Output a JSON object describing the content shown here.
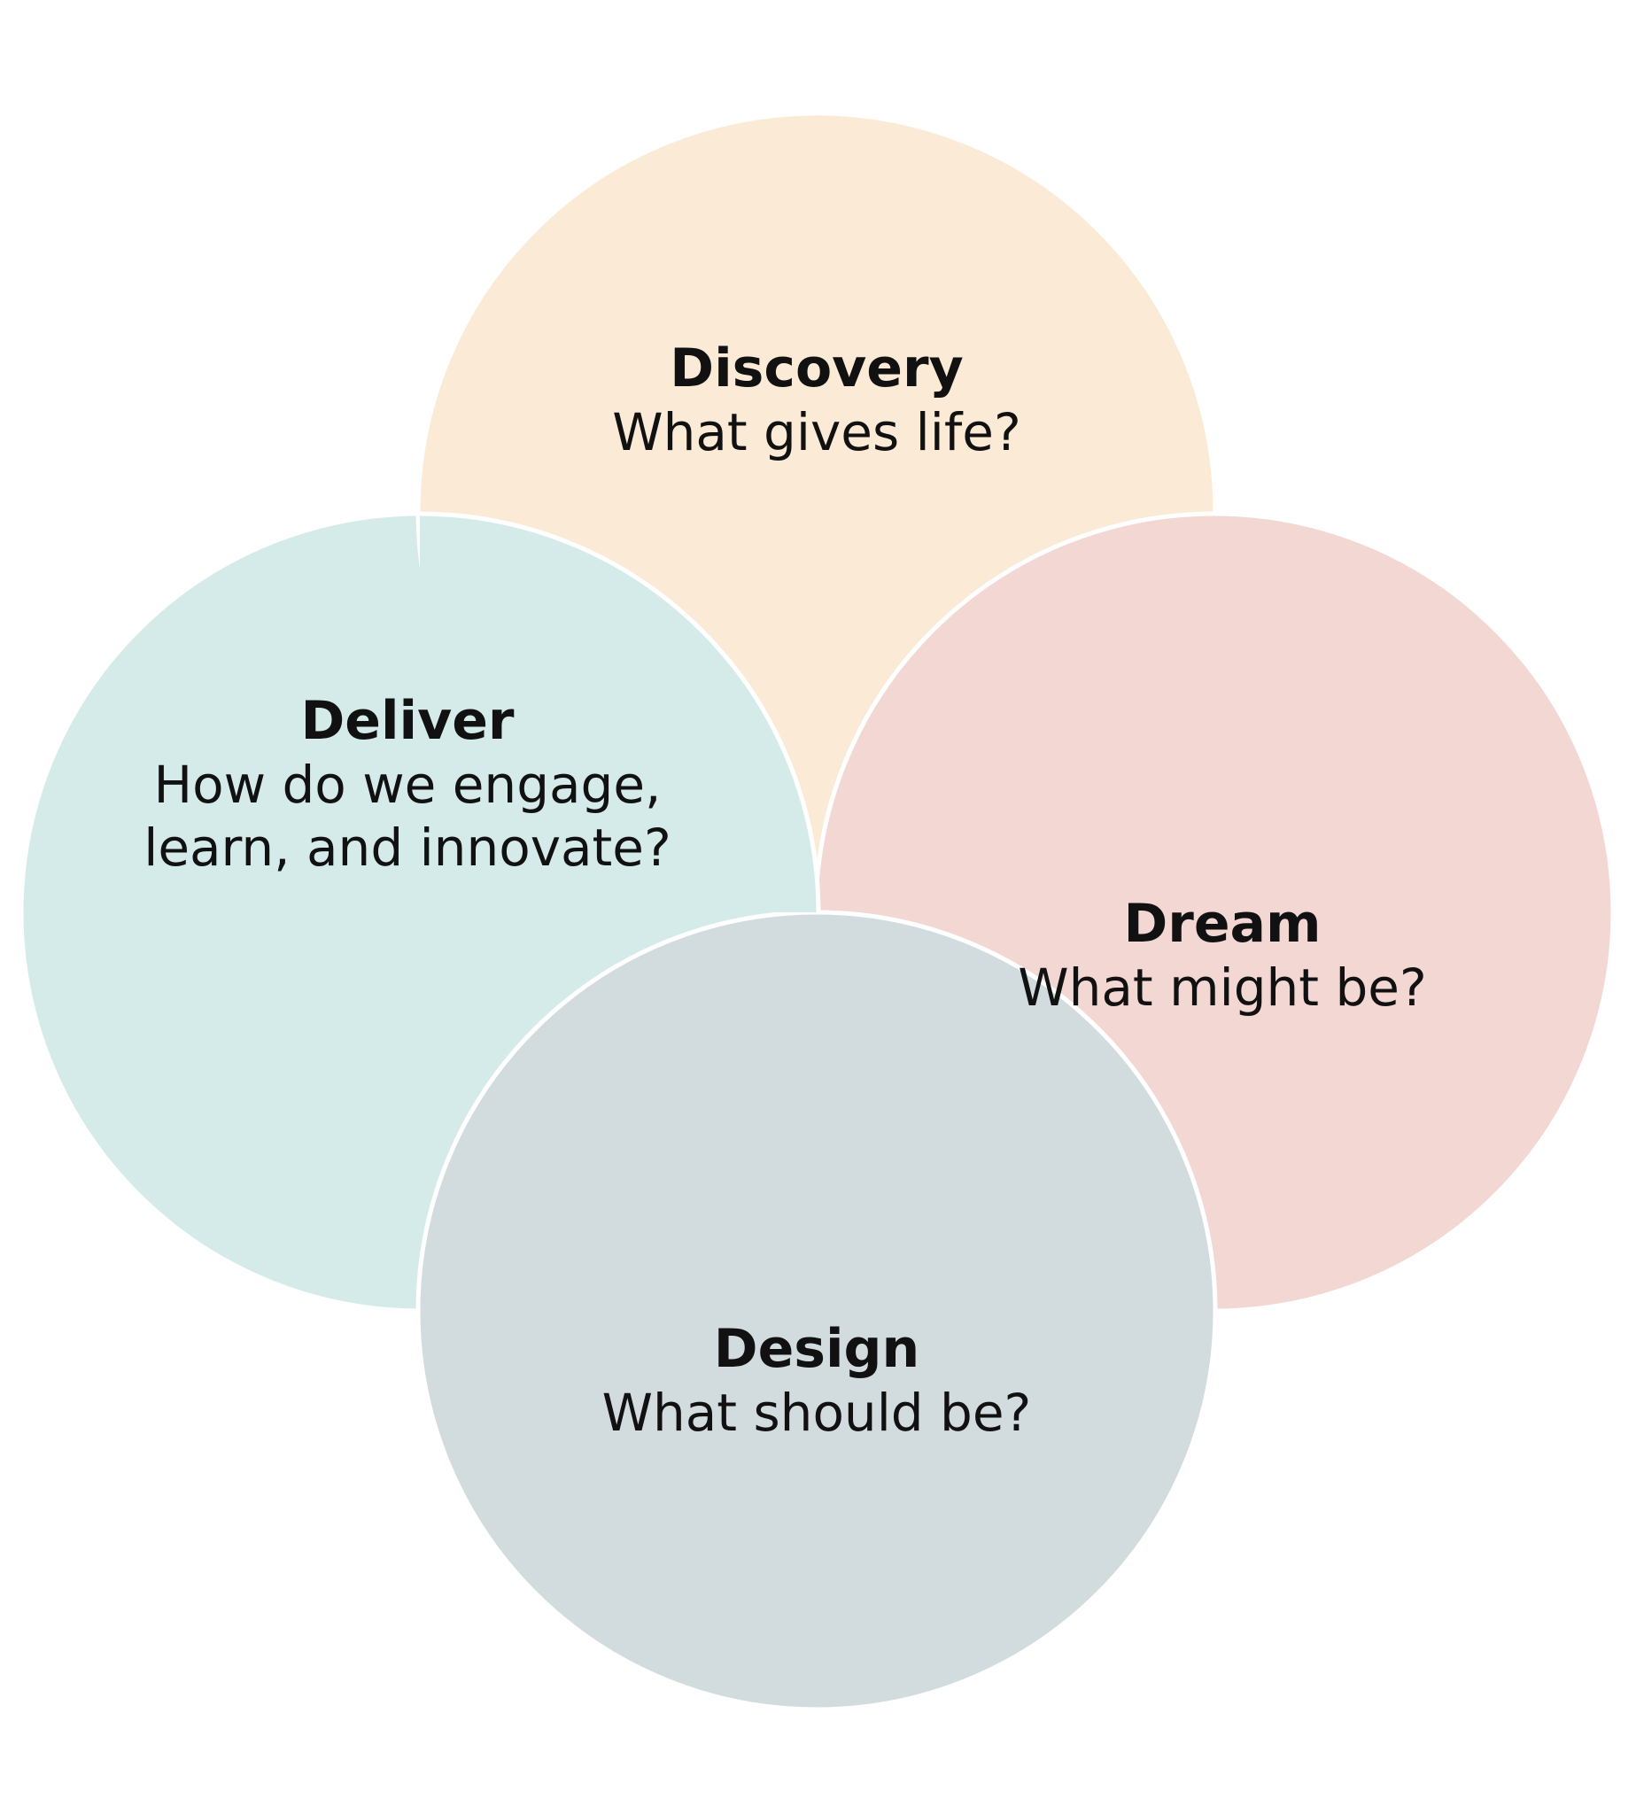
{
  "diagram": {
    "phases": [
      {
        "id": "discovery",
        "title": "Discovery",
        "lines": [
          "What gives life?"
        ],
        "color": "#FBEAD6"
      },
      {
        "id": "dream",
        "title": "Dream",
        "lines": [
          "What might be?"
        ],
        "color": "#F3D7D3"
      },
      {
        "id": "design",
        "title": "Design",
        "lines": [
          "What should be?"
        ],
        "color": "#D2DCDE"
      },
      {
        "id": "deliver",
        "title": "Deliver",
        "lines": [
          "How do we engage,",
          "learn, and innovate?"
        ],
        "color": "#D5EBE9"
      }
    ],
    "outline_color": "#FFFFFF"
  }
}
